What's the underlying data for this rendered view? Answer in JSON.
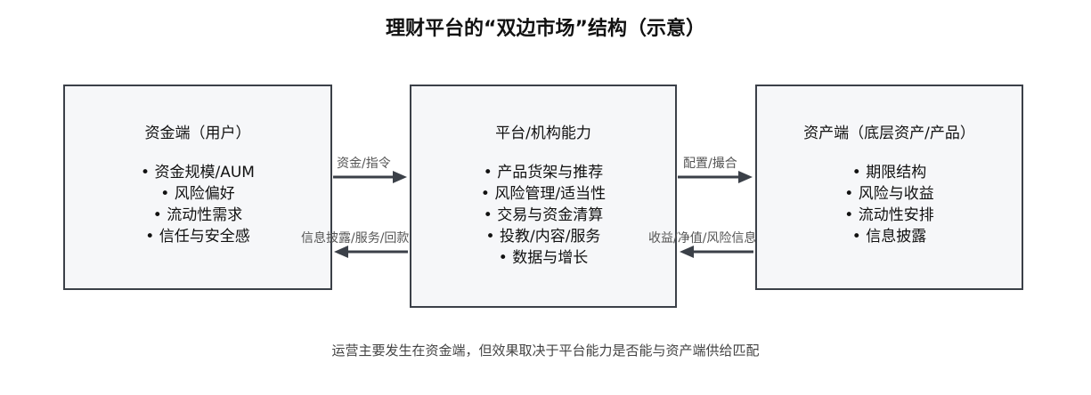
{
  "title": "理财平台的“双边市场”结构（示意）",
  "boxes": {
    "left": {
      "head": "资金端（用户）",
      "items": [
        "• 资金规模/AUM",
        "• 风险偏好",
        "• 流动性需求",
        "• 信任与安全感"
      ]
    },
    "center": {
      "head": "平台/机构能力",
      "items": [
        "• 产品货架与推荐",
        "• 风险管理/适当性",
        "• 交易与资金清算",
        "• 投教/内容/服务",
        "• 数据与增长"
      ]
    },
    "right": {
      "head": "资产端（底层资产/产品）",
      "items": [
        "• 期限结构",
        "• 风险与收益",
        "• 流动性安排",
        "• 信息披露"
      ]
    }
  },
  "arrows": {
    "left_to_center": "资金/指令",
    "center_to_left": "信息披露/服务/回款",
    "center_to_right": "配置/撮合",
    "right_to_center": "收益/净值/风险信息"
  },
  "footnote": "运营主要发生在资金端，但效果取决于平台能力是否能与资产端供给匹配"
}
